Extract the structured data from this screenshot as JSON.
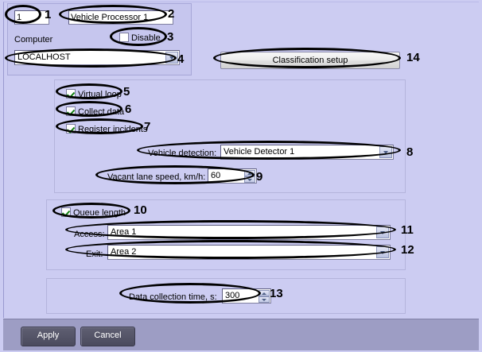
{
  "window": {
    "background_color": "#ccccf2",
    "footer_color": "#9d9dc4"
  },
  "computer_group": {
    "id_field_value": "1",
    "name_field_value": "Vehicle Processor 1",
    "computer_label": "Computer",
    "disable_checkbox": {
      "label": "Disable",
      "checked": false
    },
    "host_combo_value": "LOCALHOST"
  },
  "classification": {
    "button_label": "Classification setup"
  },
  "detection_panel": {
    "virtual_loop": {
      "label": "Virtual loop",
      "checked": true
    },
    "collect_data": {
      "label": "Collect data",
      "checked": true
    },
    "register_incidents": {
      "label": "Register incidents",
      "checked": true
    },
    "vehicle_detection_label": "Vehicle detection:",
    "vehicle_detection_value": "Vehicle Detector 1",
    "vacant_speed_label": "Vacant lane speed, km/h:",
    "vacant_speed_value": "60"
  },
  "queue_panel": {
    "queue_length": {
      "label": "Queue length",
      "checked": true
    },
    "access_label": "Access:",
    "access_value": "Area 1",
    "exit_label": "Exit:",
    "exit_value": "Area 2"
  },
  "collect_panel": {
    "data_collection_label": "Data collection time, s:",
    "data_collection_value": "300"
  },
  "footer": {
    "apply_label": "Apply",
    "cancel_label": "Cancel"
  },
  "annotations": {
    "n1": "1",
    "n2": "2",
    "n3": "3",
    "n4": "4",
    "n5": "5",
    "n6": "6",
    "n7": "7",
    "n8": "8",
    "n9": "9",
    "n10": "10",
    "n11": "11",
    "n12": "12",
    "n13": "13",
    "n14": "14"
  }
}
